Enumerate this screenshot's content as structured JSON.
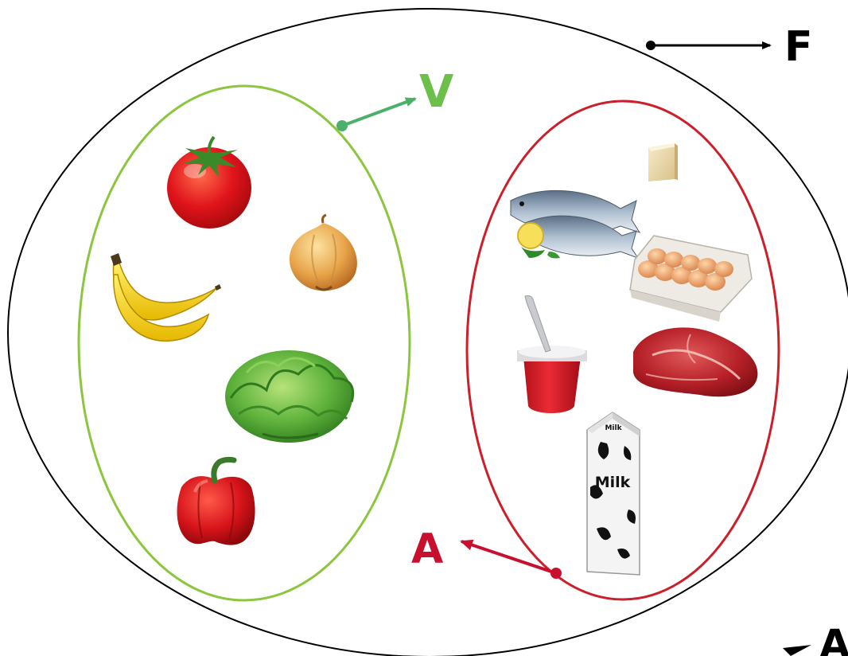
{
  "labels": {
    "F": "F",
    "V": "V",
    "A_inner": "A",
    "A_outer": "A",
    "milk": "Milk",
    "milk_brand": "Milk"
  },
  "colors": {
    "outer_set": "#000000",
    "vegetable_set": "#8cc63f",
    "vegetable_arrow": "#4cb06a",
    "animal_set": "#cc1f2a",
    "animal_arrow": "#c8102e"
  },
  "sets": {
    "vegetable_items": [
      "tomato",
      "onion",
      "banana",
      "lettuce",
      "red-pepper"
    ],
    "animal_items": [
      "cheese",
      "fish",
      "eggs",
      "yogurt",
      "meat",
      "milk-carton"
    ]
  }
}
